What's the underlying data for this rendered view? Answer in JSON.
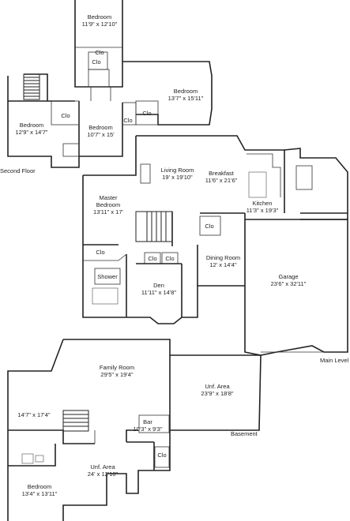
{
  "levels": {
    "second": "Second Floor",
    "main": "Main Level",
    "basement": "Basement"
  },
  "rooms": {
    "bedroom_top": {
      "name": "Bedroom",
      "dims": "11'9\" x 12'10\""
    },
    "bedroom_right": {
      "name": "Bedroom",
      "dims": "13'7\" x 15'11\""
    },
    "bedroom_left": {
      "name": "Bedroom",
      "dims": "12'9\" x 14'7\""
    },
    "bedroom_mid": {
      "name": "Bedroom",
      "dims": "10'7\" x 15'"
    },
    "living_room": {
      "name": "Living Room",
      "dims": "19' x 19'10\""
    },
    "breakfast": {
      "name": "Breakfast",
      "dims": "11'6\" x 21'6\""
    },
    "kitchen": {
      "name": "Kitchen",
      "dims": "11'3\" x 19'3\""
    },
    "master_bedroom": {
      "name": "Master Bedroom",
      "dims": "13'11\" x 17'"
    },
    "dining_room": {
      "name": "Dining Room",
      "dims": "12' x 14'4\""
    },
    "garage": {
      "name": "Garage",
      "dims": "23'6\" x 32'11\""
    },
    "den": {
      "name": "Den",
      "dims": "11'11\" x 14'8\""
    },
    "family_room": {
      "name": "Family Room",
      "dims": "29'5\" x 19'4\""
    },
    "unf_area_right": {
      "name": "Unf. Area",
      "dims": "23'9\" x 18'8\""
    },
    "unlabeled_room": {
      "name": "",
      "dims": "14'7\" x 17'4\""
    },
    "bar": {
      "name": "Bar",
      "dims": "10'3\" x 9'3\""
    },
    "unf_area_low": {
      "name": "Unf. Area",
      "dims": "24' x 12'10\""
    },
    "bedroom_base": {
      "name": "Bedroom",
      "dims": "13'4\" x 13'11\""
    }
  },
  "small_labels": {
    "clo": "Clo",
    "shower": "Shower"
  }
}
